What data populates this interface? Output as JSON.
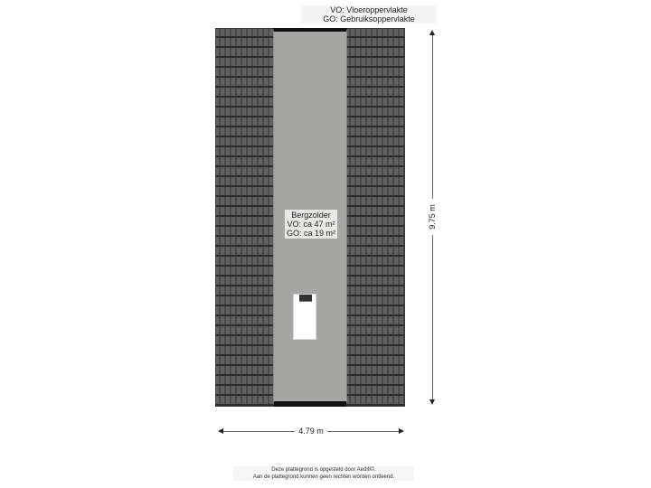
{
  "legend": {
    "line1": "VO: Vloeroppervlakte",
    "line2": "GO: Gebruiksoppervlakte"
  },
  "room": {
    "name": "Bergzolder",
    "vo": "VO: ca 47 m²",
    "go": "GO: ca 19 m²"
  },
  "dimensions": {
    "height": "9.75 m",
    "width": "4.79 m"
  },
  "footer": {
    "line1": "Deze plattegrond is opgesteld door Aedifi©.",
    "line2": "Aan de plattegrond kunnen geen rechten worden ontleend."
  },
  "colors": {
    "roof_tiles": "#5a5a5a",
    "floor": "#a6a6a4",
    "walls": "#111111",
    "hatch": "#ffffff"
  }
}
